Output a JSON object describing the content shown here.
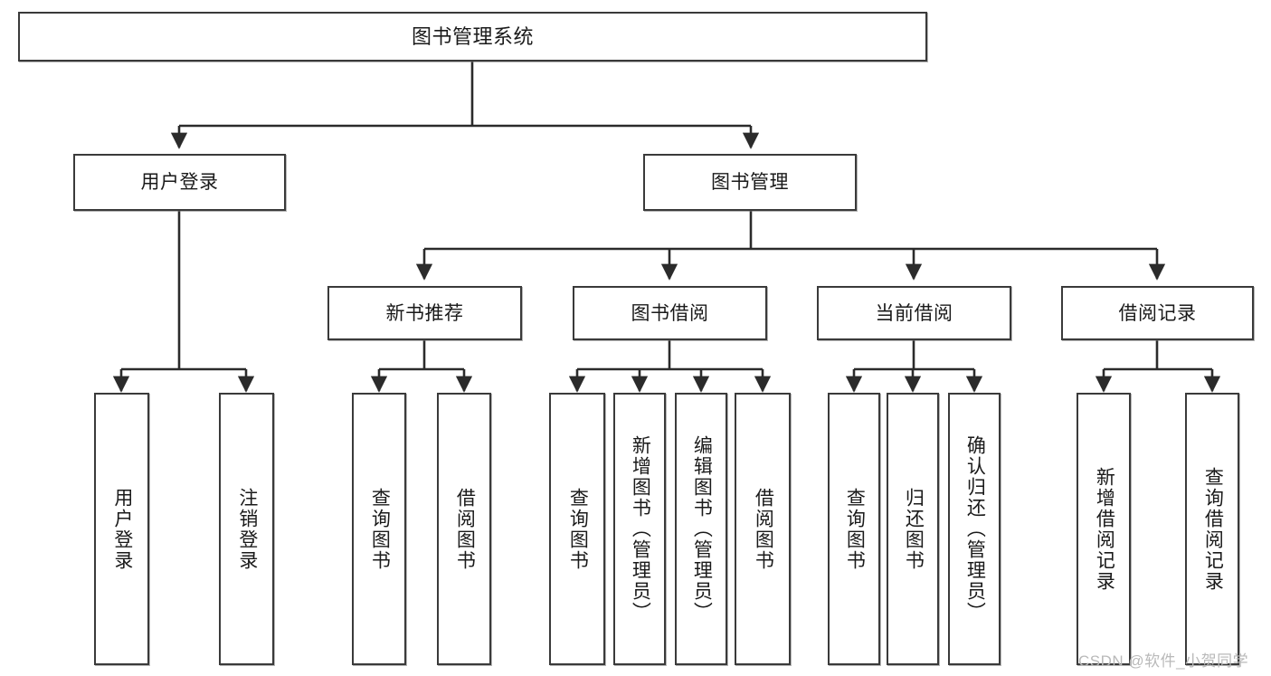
{
  "diagram": {
    "type": "tree-hierarchy",
    "title_node": "图书管理系统",
    "watermark": "CSDN @软件_小贺同学",
    "colors": {
      "border": "#3a3a3a",
      "fill": "#ffffff",
      "text": "#1a1a1a",
      "connector": "#2b2b2b",
      "watermark": "#b9b9b9"
    },
    "nodes": {
      "root": {
        "label": "图书管理系统"
      },
      "level2": [
        {
          "label": "用户登录"
        },
        {
          "label": "图书管理"
        }
      ],
      "level3": [
        {
          "label": "新书推荐"
        },
        {
          "label": "图书借阅"
        },
        {
          "label": "当前借阅"
        },
        {
          "label": "借阅记录"
        }
      ],
      "leaves": [
        {
          "label": "用户登录"
        },
        {
          "label": "注销登录"
        },
        {
          "label": "查询图书"
        },
        {
          "label": "借阅图书"
        },
        {
          "label": "查询图书"
        },
        {
          "label": "新增图书（管理员）"
        },
        {
          "label": "编辑图书（管理员）"
        },
        {
          "label": "借阅图书"
        },
        {
          "label": "查询图书"
        },
        {
          "label": "归还图书"
        },
        {
          "label": "确认归还（管理员）"
        },
        {
          "label": "新增借阅记录"
        },
        {
          "label": "查询借阅记录"
        }
      ]
    }
  }
}
